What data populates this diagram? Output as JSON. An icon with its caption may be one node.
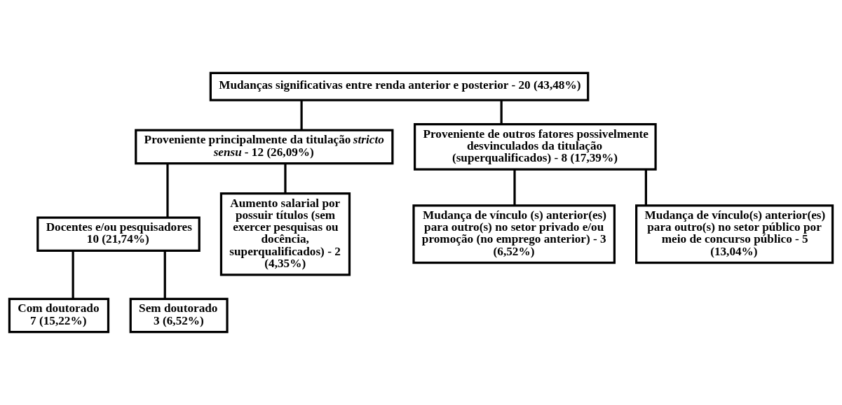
{
  "diagram": {
    "nodes": [
      {
        "text": [
          "Mudanças significativas entre renda anterior e posterior - 20 (43,48%)"
        ]
      },
      {
        "text": [
          "Proveniente principalmente da titulação *stricto sensu* - 12 (26,09%)"
        ]
      },
      {
        "text": [
          "Proveniente de outros fatores possivelmente desvinculados da titulação (superqualificados) - 8 (17,39%)"
        ]
      },
      {
        "text": [
          "Docentes e/ou pesquisadores",
          "10 (21,74%)"
        ]
      },
      {
        "text": [
          "Aumento salarial por possuir títulos (sem exercer pesquisas ou docência, superqualificados) - 2 (4,35%)"
        ]
      },
      {
        "text": [
          "Com doutorado",
          "7 (15,22%)"
        ]
      },
      {
        "text": [
          "Sem doutorado",
          "3 (6,52%)"
        ]
      },
      {
        "text": [
          "Mudança de vínculo (s) anterior(es) para outro(s) no setor privado e/ou promoção (no emprego anterior) - 3 (6,52%)"
        ]
      },
      {
        "text": [
          "Mudança de vínculo(s) anterior(es) para outro(s) no setor público por meio de concurso público - 5 (13,04%)"
        ]
      }
    ],
    "edges": [
      {
        "from": 0,
        "to": 1,
        "arrow": "none"
      },
      {
        "from": 0,
        "to": 2,
        "arrow": "none"
      },
      {
        "from": 1,
        "to": 3,
        "arrow": "none"
      },
      {
        "from": 1,
        "to": 4,
        "arrow": "none"
      },
      {
        "from": 3,
        "to": 5,
        "arrow": "none"
      },
      {
        "from": 3,
        "to": 6,
        "arrow": "none"
      },
      {
        "from": 2,
        "to": 7,
        "arrow": "none"
      },
      {
        "from": 2,
        "to": 8,
        "arrow": "none"
      }
    ]
  }
}
